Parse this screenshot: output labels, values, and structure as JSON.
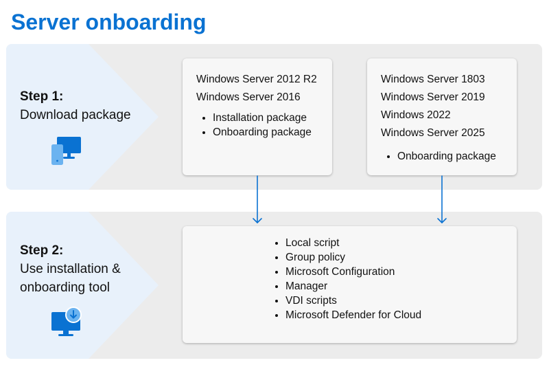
{
  "title": "Server onboarding",
  "step1": {
    "heading": "Step 1:",
    "subtitle": "Download package",
    "icon": "device-download-icon",
    "card_left": {
      "servers": [
        "Windows Server 2012 R2",
        "Windows Server 2016"
      ],
      "bullets": [
        "Installation package",
        "Onboarding package"
      ]
    },
    "card_right": {
      "servers": [
        "Windows Server 1803",
        "Windows Server 2019",
        "Windows 2022",
        "Windows Server 2025"
      ],
      "bullets": [
        "Onboarding package"
      ]
    }
  },
  "step2": {
    "heading": "Step 2:",
    "subtitle": "Use installation & onboarding tool",
    "icon": "monitor-download-icon",
    "tools": [
      "Local script",
      "Group policy",
      "Microsoft Configuration",
      "Manager",
      "VDI scripts",
      "Microsoft Defender for Cloud"
    ]
  },
  "colors": {
    "accent": "#0a72d2",
    "panel": "#ececec",
    "chevron": "#e8f1fb",
    "card": "#f7f7f7"
  }
}
